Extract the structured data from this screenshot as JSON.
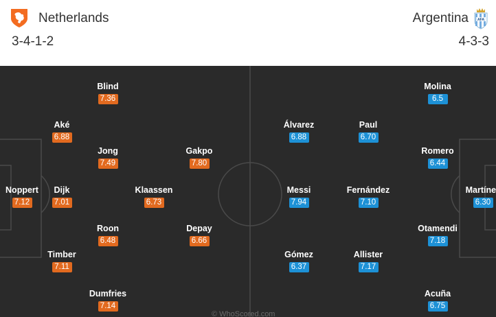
{
  "home": {
    "name": "Netherlands",
    "formation": "3-4-1-2",
    "logo_icon": "netherlands-lion-crest-icon",
    "color": "#e26a1f",
    "players": [
      {
        "name": "Noppert",
        "rating": "7.12"
      },
      {
        "name": "Aké",
        "rating": "6.88"
      },
      {
        "name": "Dijk",
        "rating": "7.01"
      },
      {
        "name": "Timber",
        "rating": "7.11"
      },
      {
        "name": "Blind",
        "rating": "7.36"
      },
      {
        "name": "Jong",
        "rating": "7.49"
      },
      {
        "name": "Roon",
        "rating": "6.48"
      },
      {
        "name": "Dumfries",
        "rating": "7.14"
      },
      {
        "name": "Klaassen",
        "rating": "6.73"
      },
      {
        "name": "Gakpo",
        "rating": "7.80"
      },
      {
        "name": "Depay",
        "rating": "6.66"
      }
    ]
  },
  "away": {
    "name": "Argentina",
    "formation": "4-3-3",
    "logo_icon": "argentina-afa-crest-icon",
    "color": "#1d91d6",
    "players": [
      {
        "name": "Martínez",
        "rating": "6.30"
      },
      {
        "name": "Molina",
        "rating": "6.5"
      },
      {
        "name": "Romero",
        "rating": "6.44"
      },
      {
        "name": "Otamendi",
        "rating": "7.18"
      },
      {
        "name": "Acuña",
        "rating": "6.75"
      },
      {
        "name": "Paul",
        "rating": "6.70"
      },
      {
        "name": "Fernández",
        "rating": "7.10"
      },
      {
        "name": "Allister",
        "rating": "7.17"
      },
      {
        "name": "Álvarez",
        "rating": "6.88"
      },
      {
        "name": "Messi",
        "rating": "7.94"
      },
      {
        "name": "Gómez",
        "rating": "6.37"
      }
    ]
  },
  "watermark": "© WhoScored.com"
}
